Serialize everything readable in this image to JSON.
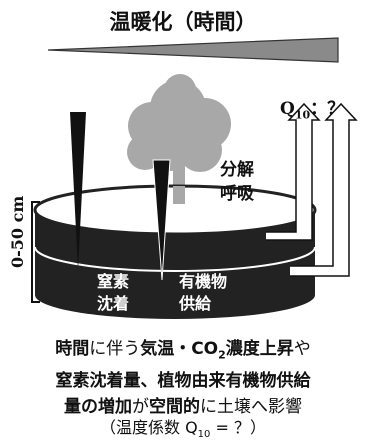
{
  "title": "温暖化（時間）",
  "q10": {
    "q": "Q",
    "sub": "10",
    "rest": "：？"
  },
  "respiration": {
    "line1": "分解",
    "line2": "呼吸"
  },
  "depth_label": "0-50 cm",
  "nitrogen": {
    "line1": "窒素",
    "line2": "沈着"
  },
  "organic": {
    "line1": "有機物",
    "line2": "供給"
  },
  "caption": {
    "l1": {
      "a": "時間",
      "b": "に伴う",
      "c": "気温・CO",
      "c_sub": "2",
      "d": "濃度上昇",
      "e": "や"
    },
    "l2": {
      "a": "窒素沈着量、植物由来有機物供給"
    },
    "l3": {
      "a": "量の増加",
      "b": "が",
      "c": "空間的",
      "d": "に土壌へ影響"
    }
  },
  "note": {
    "a": "（温度係数 Q",
    "sub": "10",
    "b": " = ？）"
  },
  "colors": {
    "soil": "#222222",
    "tree": "#aaaaaa",
    "wedge": "#888888",
    "ink": "#111111"
  }
}
